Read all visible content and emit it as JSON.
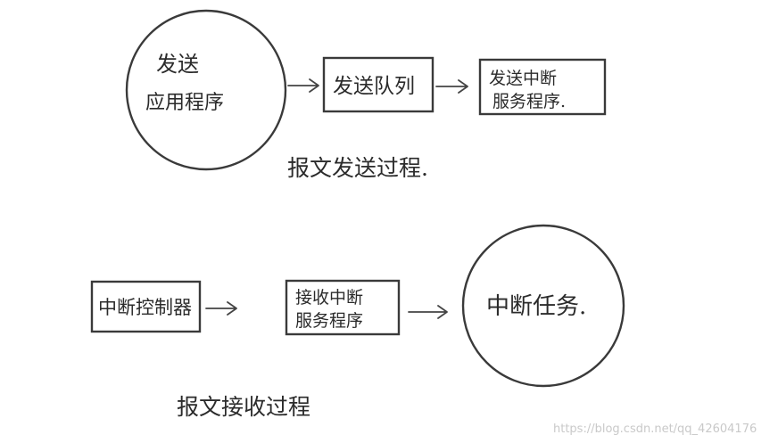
{
  "send_flow": {
    "app_line1": "发送",
    "app_line2": "应用程序",
    "queue": "发送队列",
    "isr_line1": "发送中断",
    "isr_line2": "服务程序.",
    "caption": "报文发送过程."
  },
  "receive_flow": {
    "controller": "中断控制器",
    "isr_line1": "接收中断",
    "isr_line2": "服务程序",
    "task": "中断任务.",
    "caption": "报文接收过程"
  },
  "watermark": "https://blog.csdn.net/qq_42604176"
}
